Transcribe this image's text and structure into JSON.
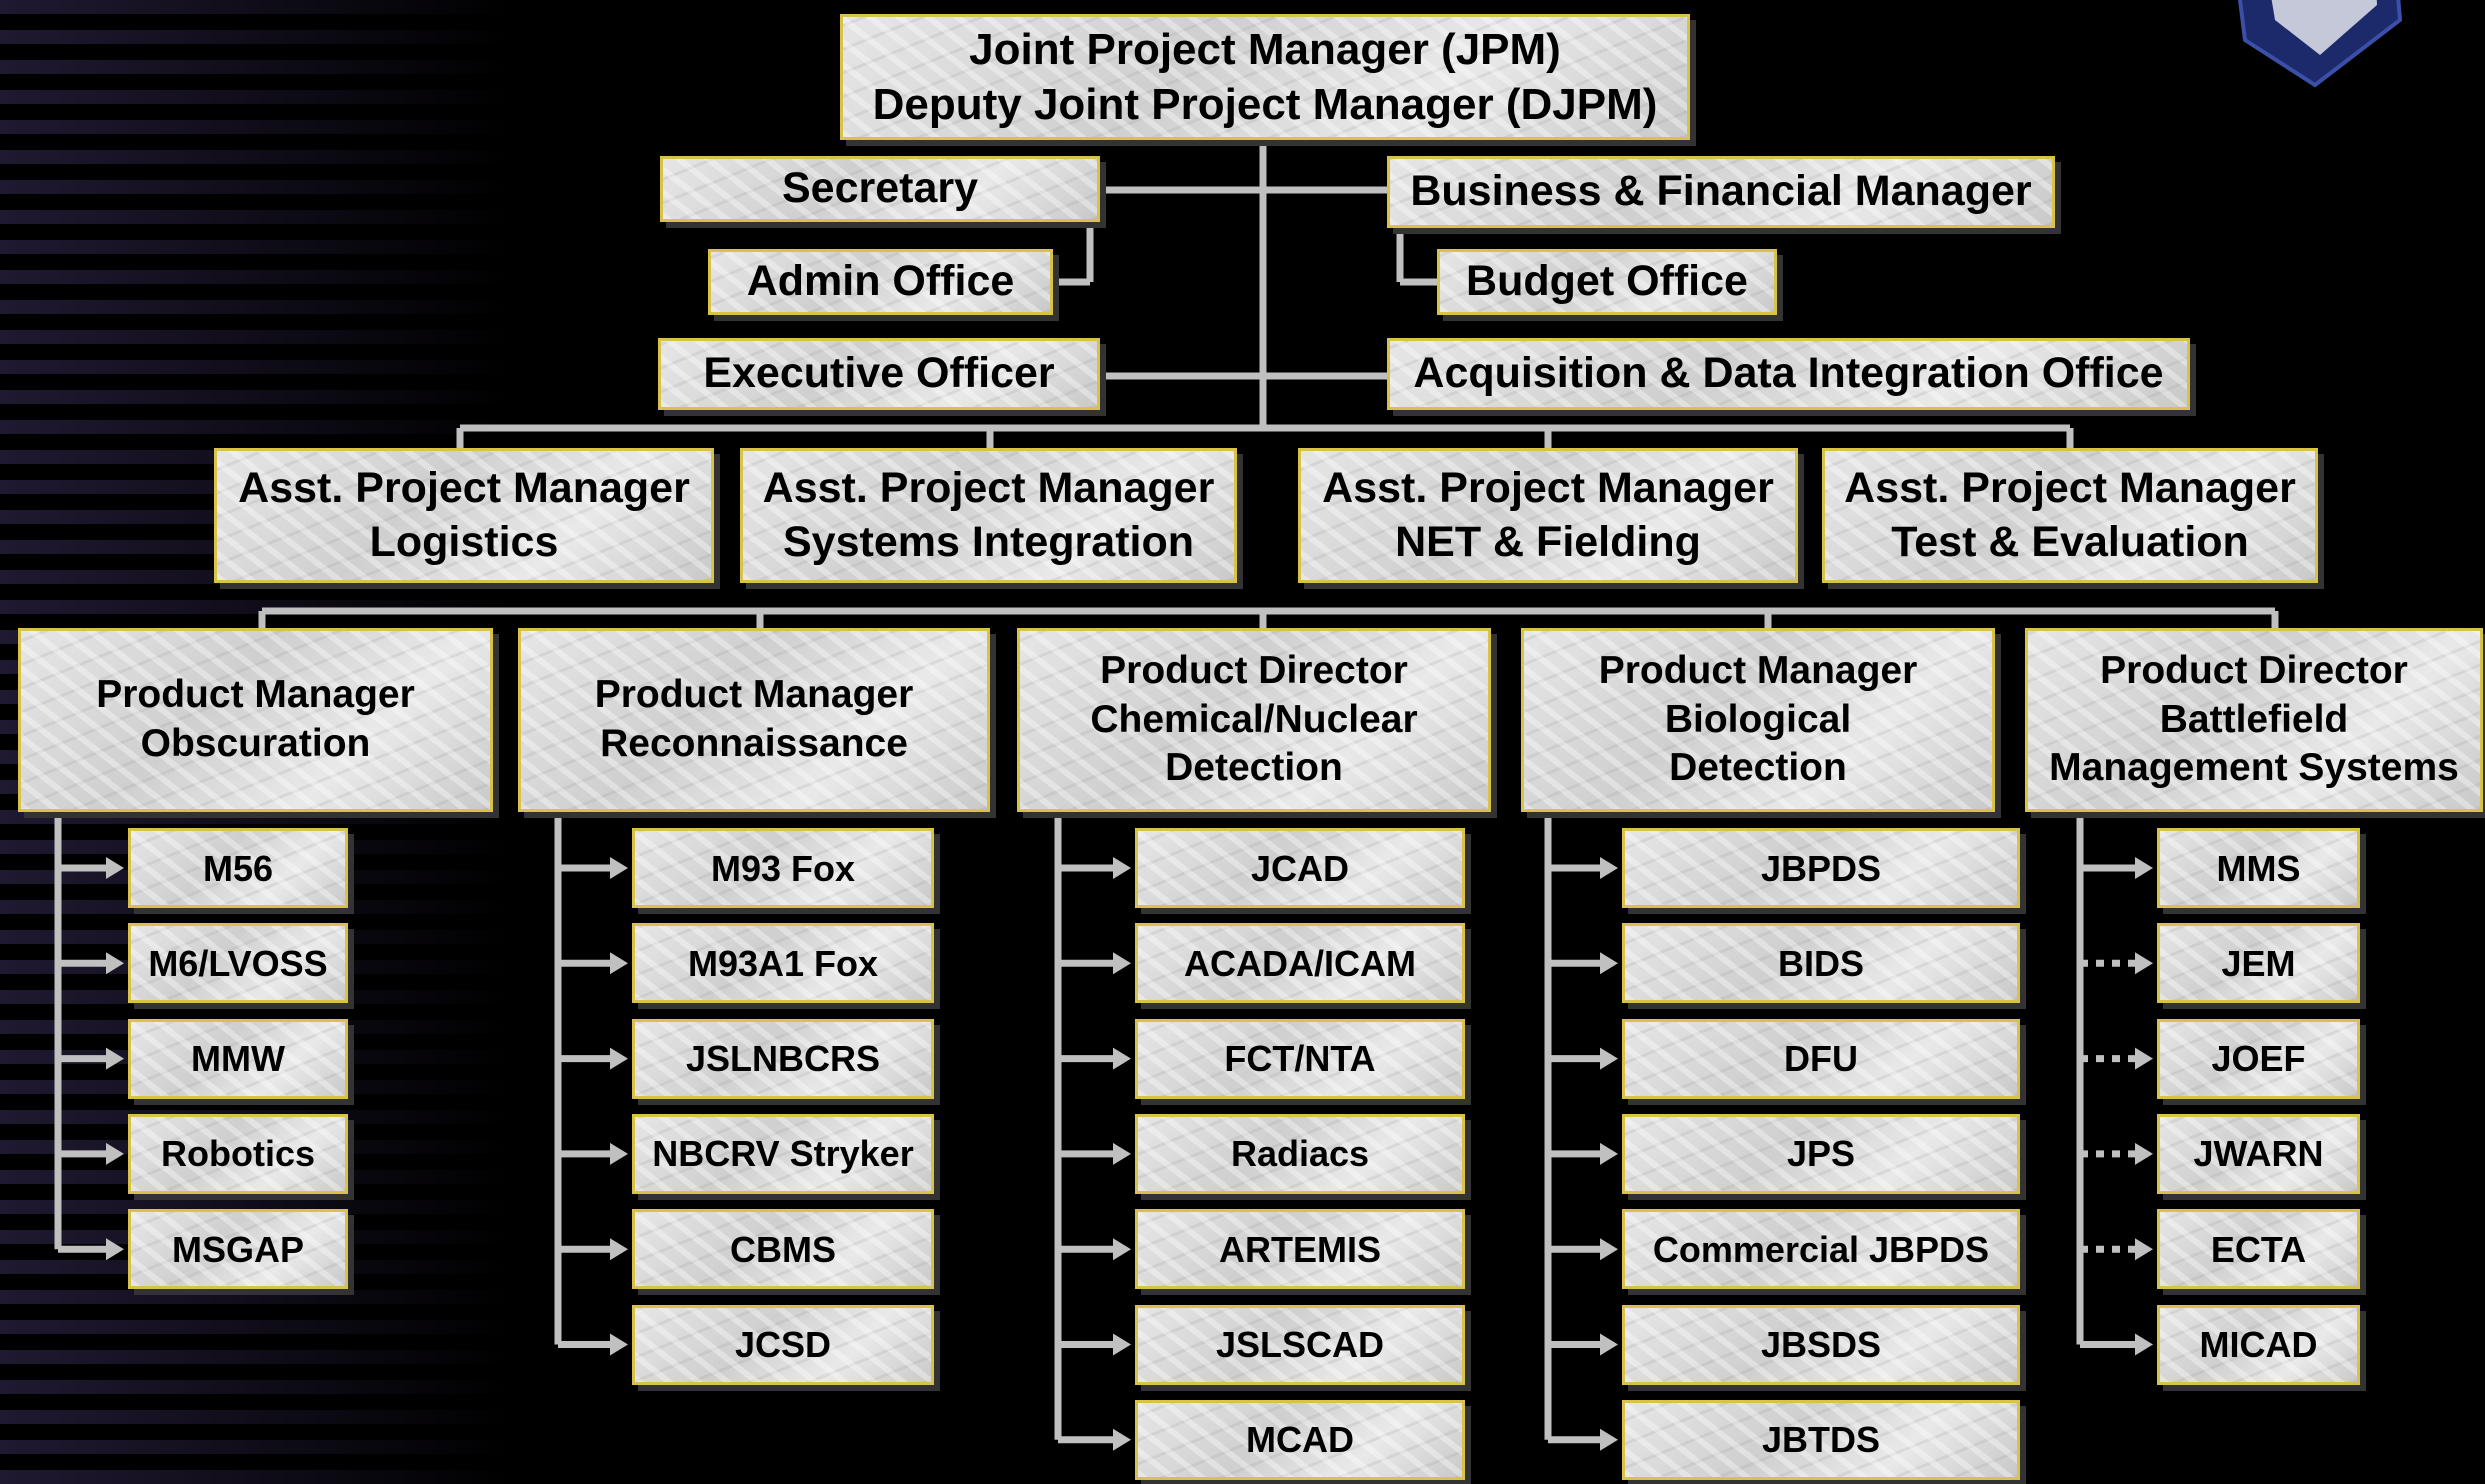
{
  "top": {
    "line1": "Joint Project Manager (JPM)",
    "line2": "Deputy Joint Project Manager (DJPM)"
  },
  "staff_left": [
    "Secretary",
    "Admin Office",
    "Executive Officer"
  ],
  "staff_right": [
    "Business & Financial Manager",
    "Budget Office",
    "Acquisition & Data Integration Office"
  ],
  "apms": [
    {
      "line1": "Asst. Project Manager",
      "line2": "Logistics"
    },
    {
      "line1": "Asst. Project Manager",
      "line2": "Systems Integration"
    },
    {
      "line1": "Asst. Project Manager",
      "line2": "NET & Fielding"
    },
    {
      "line1": "Asst. Project Manager",
      "line2": "Test & Evaluation"
    }
  ],
  "products": [
    {
      "lines": [
        "Product Manager",
        "Obscuration"
      ],
      "items": [
        "M56",
        "M6/LVOSS",
        "MMW",
        "Robotics",
        "MSGAP"
      ]
    },
    {
      "lines": [
        "Product Manager",
        "Reconnaissance"
      ],
      "items": [
        "M93 Fox",
        "M93A1 Fox",
        "JSLNBCRS",
        "NBCRV Stryker",
        "CBMS",
        "JCSD"
      ]
    },
    {
      "lines": [
        "Product Director",
        "Chemical/Nuclear",
        "Detection"
      ],
      "items": [
        "JCAD",
        "ACADA/ICAM",
        "FCT/NTA",
        "Radiacs",
        "ARTEMIS",
        "JSLSCAD",
        "MCAD"
      ]
    },
    {
      "lines": [
        "Product Manager",
        "Biological",
        "Detection"
      ],
      "items": [
        "JBPDS",
        "BIDS",
        "DFU",
        "JPS",
        "Commercial JBPDS",
        "JBSDS",
        "JBTDS"
      ]
    },
    {
      "lines": [
        "Product Director",
        "Battlefield",
        "Management Systems"
      ],
      "items": [
        "MMS",
        "JEM",
        "JOEF",
        "JWARN",
        "ECTA",
        "MICAD"
      ],
      "dotted": [
        false,
        true,
        true,
        true,
        true,
        false
      ]
    }
  ],
  "colors": {
    "box_border": "#d8c24a",
    "connector": "#c0c0c0",
    "background": "#000000"
  },
  "logo": {
    "icon": "nbc-defense-shield-logo"
  }
}
